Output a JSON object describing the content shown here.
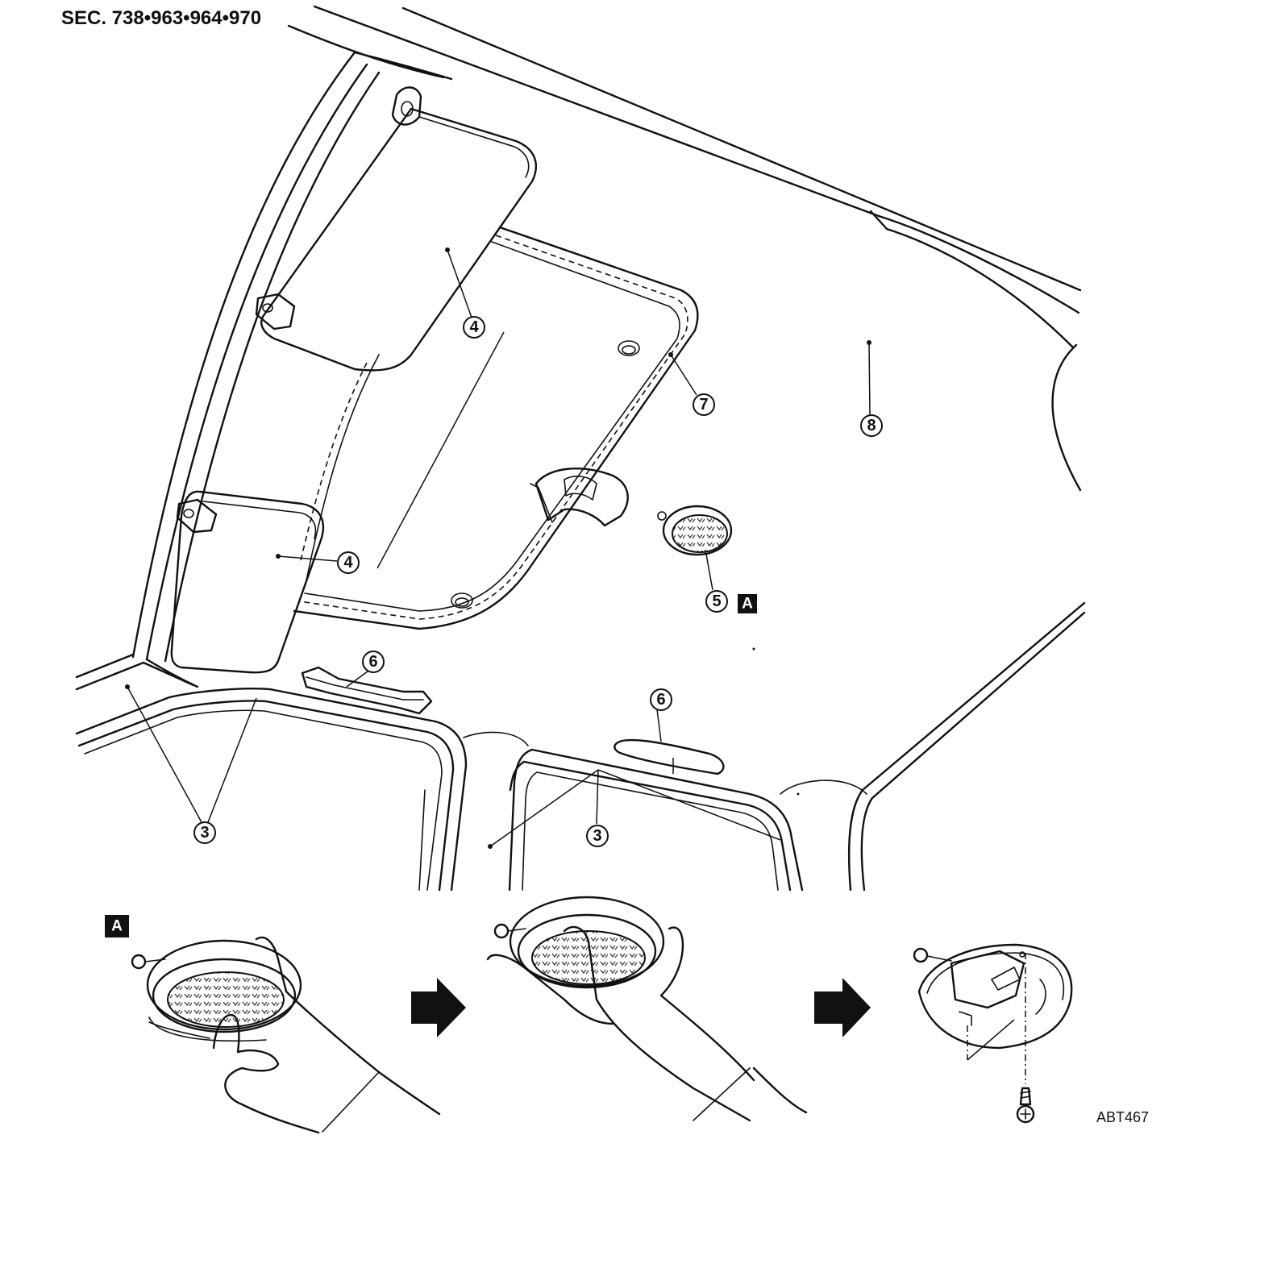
{
  "header": {
    "section_ref": "SEC. 738•963•964•970"
  },
  "figure_code": "ABT467",
  "view_tag": "A",
  "callouts": {
    "c3": "3",
    "c4": "4",
    "c5": "5",
    "c6": "6",
    "c7": "7",
    "c8": "8"
  }
}
